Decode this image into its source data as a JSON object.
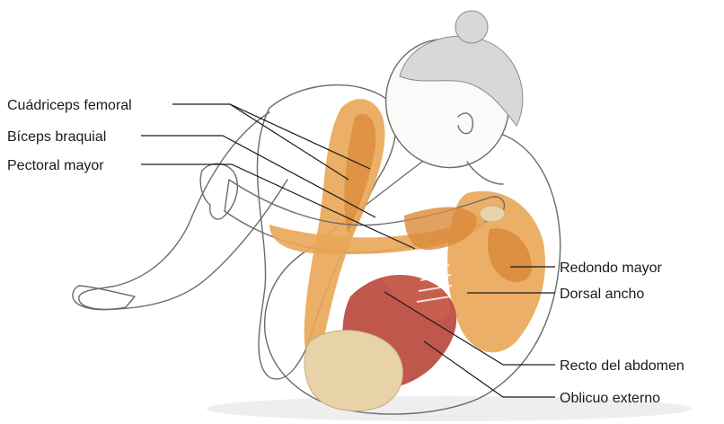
{
  "labels": {
    "left": [
      "Cuádriceps femoral",
      "Bíceps braquial",
      "Pectoral mayor"
    ],
    "right": [
      "Redondo mayor",
      "Dorsal ancho",
      "Recto del abdomen",
      "Oblicuo externo"
    ]
  },
  "colors": {
    "muscle_orange": "#e9a656",
    "muscle_orange_dark": "#d98a3a",
    "muscle_red": "#b8453a",
    "bone": "#e8d2a8",
    "skin": "#fbfaf8",
    "outline": "#6b6b6b",
    "hair": "#9a9a9a"
  },
  "icons": [
    "human-figure-illustration"
  ]
}
